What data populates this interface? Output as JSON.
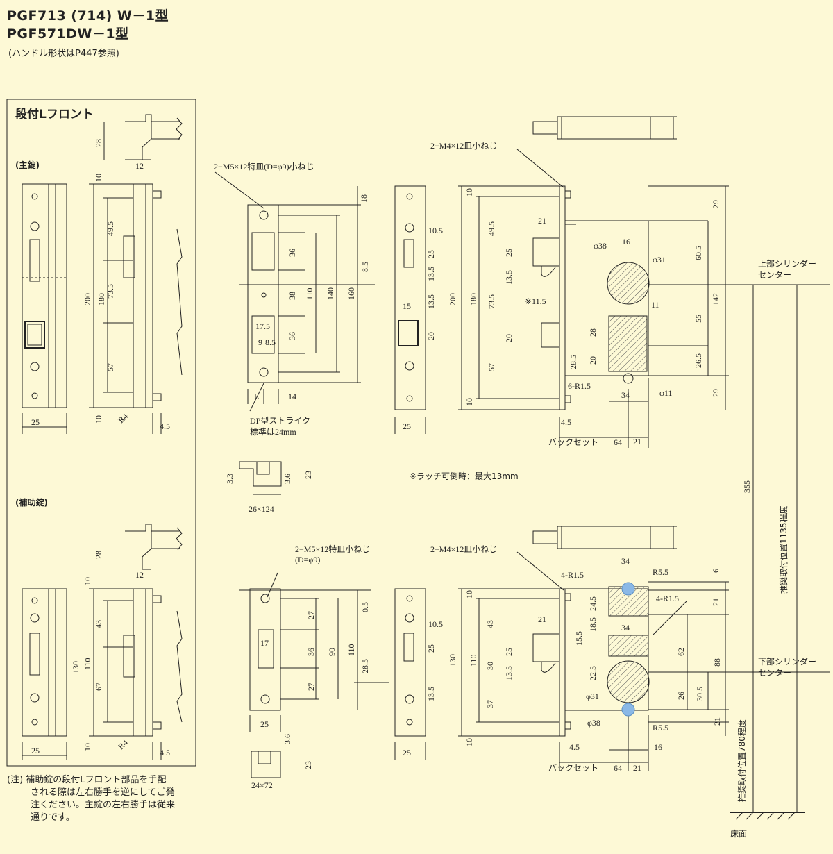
{
  "header": {
    "title1": "PGF713 (714) W－1型",
    "title2": "PGF571DW－1型",
    "subtitle": "(ハンドル形状はP447参照)"
  },
  "left_panel": {
    "title": "段付Lフロント",
    "main_label": "(主錠)",
    "aux_label": "(補助錠)",
    "dims_main": [
      "28",
      "12",
      "10",
      "200",
      "180",
      "49.5",
      "73.5",
      "57",
      "10",
      "25",
      "R4",
      "4.5"
    ],
    "dims_aux": [
      "28",
      "12",
      "10",
      "130",
      "110",
      "43",
      "67",
      "10",
      "25",
      "R4",
      "4.5"
    ]
  },
  "top": {
    "screw1": "2−M5×12特皿(D=φ9)小ねじ",
    "screw2": "2−M4×12皿小ねじ",
    "strike_label1": "DP型ストライク",
    "strike_label2": "標準は24mm",
    "strike_dims": [
      "18",
      "36",
      "38",
      "36",
      "110",
      "140",
      "160",
      "8.5",
      "17.5",
      "9",
      "8.5",
      "L",
      "14"
    ],
    "front_dims": [
      "10.5",
      "25",
      "13.5",
      "15",
      "13.5",
      "20",
      "25"
    ],
    "body_dims": [
      "10",
      "49.5",
      "73.5",
      "57",
      "10",
      "200",
      "180",
      "21",
      "25",
      "13.5",
      "※11.5",
      "20",
      "28.5",
      "4.5",
      "6-R1.5",
      "φ38",
      "16",
      "φ31",
      "11",
      "28",
      "20",
      "34",
      "φ11",
      "29",
      "60.5",
      "55",
      "26.5",
      "29",
      "142",
      "21",
      "64"
    ],
    "backset": "バックセット",
    "cyl_center": [
      "上部シリンダー",
      "センター"
    ],
    "plate_dims": [
      "3.3",
      "3.6",
      "23",
      "26×124"
    ],
    "latch_note": "※ラッチ可倒時：最大13mm"
  },
  "bottom": {
    "screw1": "2−M5×12特皿小ねじ",
    "screw1b": "(D=φ9)",
    "screw2": "2−M4×12皿小ねじ",
    "strike_dims": [
      "17",
      "0.5",
      "27",
      "36",
      "27",
      "90",
      "110",
      "28.5",
      "25"
    ],
    "front_dims": [
      "10.5",
      "25",
      "13.5",
      "25"
    ],
    "body_dims": [
      "10",
      "43",
      "30",
      "37",
      "10",
      "130",
      "110",
      "21",
      "25",
      "13.5",
      "4-R1.5",
      "34",
      "R5.5",
      "6",
      "21",
      "24.5",
      "4-R1.5",
      "18.5",
      "15.5",
      "34",
      "62",
      "88",
      "22.5",
      "φ31",
      "26",
      "30.5",
      "21",
      "φ38",
      "R5.5",
      "4.5",
      "16",
      "64",
      "21"
    ],
    "backset": "バックセット",
    "cyl_center": [
      "下部シリンダー",
      "センター"
    ],
    "plate_dims": [
      "3.6",
      "23",
      "24×72"
    ]
  },
  "right": {
    "dim355": "355",
    "pos1135": "推奨取付位置1135程度",
    "pos780": "推奨取付位置780程度",
    "floor": "床面"
  },
  "note": {
    "lines": [
      "(注) 補助錠の段付Lフロント部品を手配",
      "される際は左右勝手を逆にしてご発",
      "注ください。主錠の左右勝手は従来",
      "通りです。"
    ]
  },
  "colors": {
    "background": "#fdf9d6",
    "line": "#222222",
    "hole": "#8ab8e6"
  }
}
